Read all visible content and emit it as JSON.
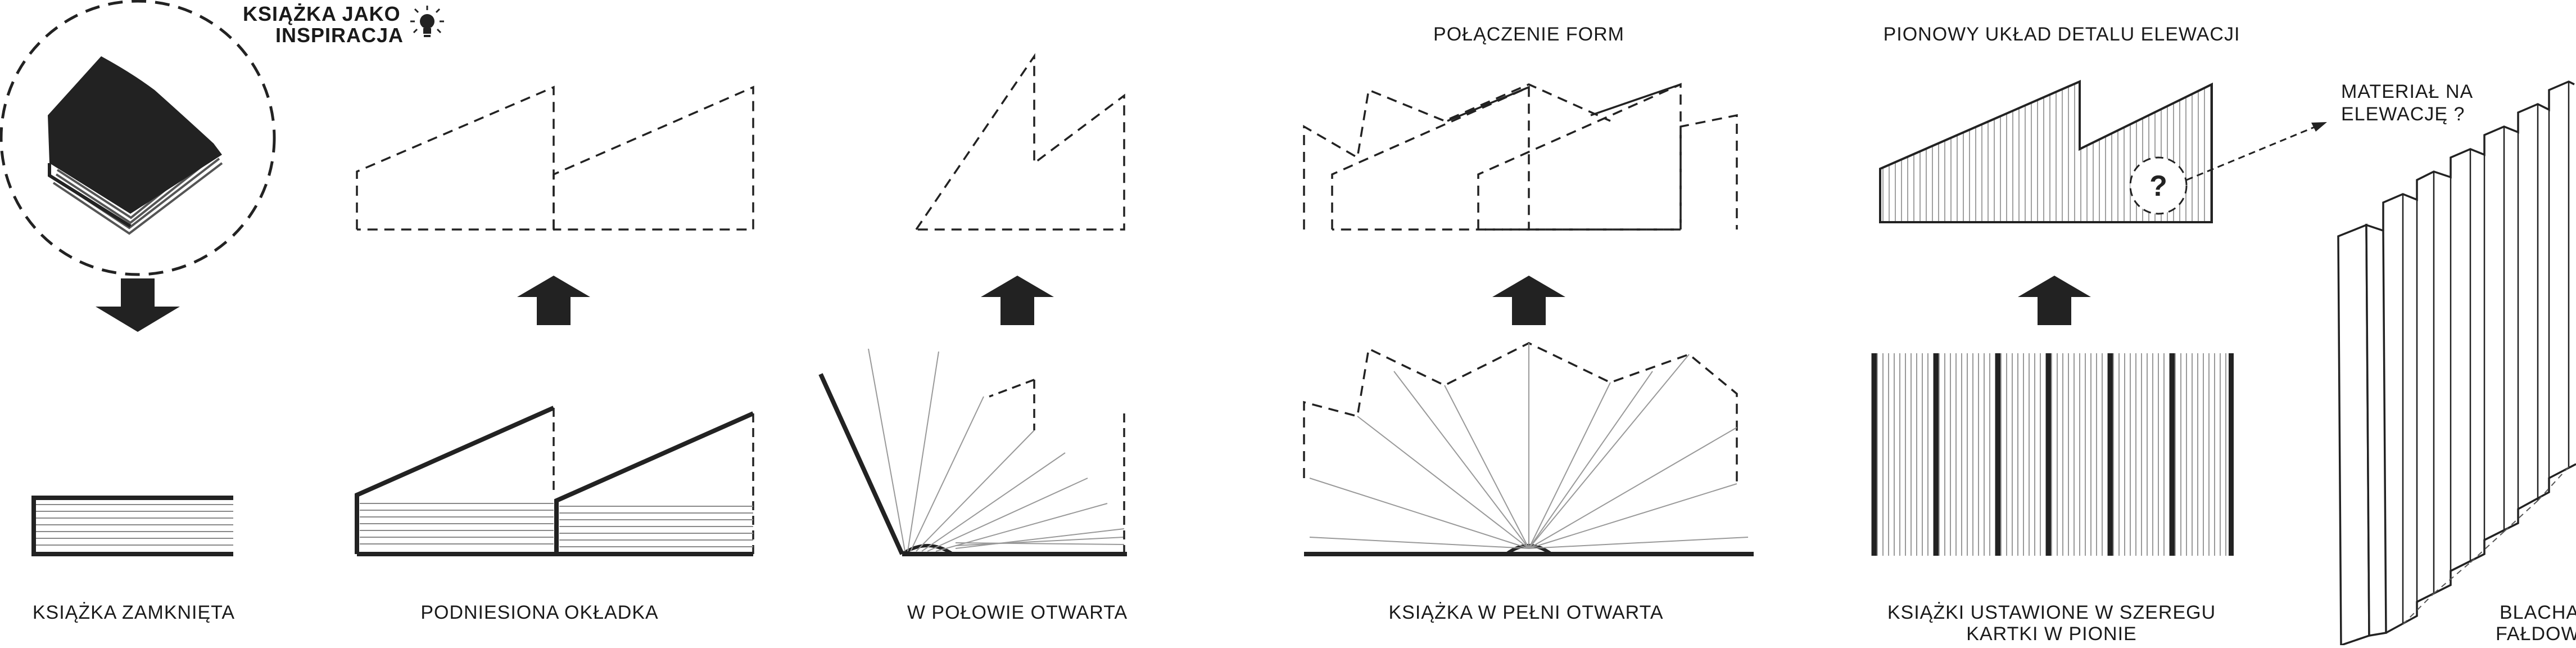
{
  "header": {
    "line1": "KSIĄŻKA JAKO",
    "line2": "INSPIRACJA",
    "icon": "lightbulb-icon"
  },
  "titles": {
    "forms": "POŁĄCZENIE FORM",
    "vertical": "PIONOWY UKŁAD DETALU ELEWACJI"
  },
  "captions": {
    "closed": "KSIĄŻKA ZAMKNIĘTA",
    "raised": "PODNIESIONA OKŁADKA",
    "half": "W POŁOWIE OTWARTA",
    "full": "KSIĄŻKA W PEŁNI OTWARTA",
    "row1": "KSIĄŻKI USTAWIONE W SZEREGU",
    "row2": "KARTKI W PIONIE",
    "sheet1": "BLACHA",
    "sheet2": "FAŁDOWA"
  },
  "material": {
    "line1": "MATERIAŁ NA",
    "line2": "ELEWACJĘ ?",
    "mark": "?"
  },
  "colors": {
    "ink": "#1a1a1a",
    "line": "#222222",
    "thin": "#9a9a9a"
  }
}
